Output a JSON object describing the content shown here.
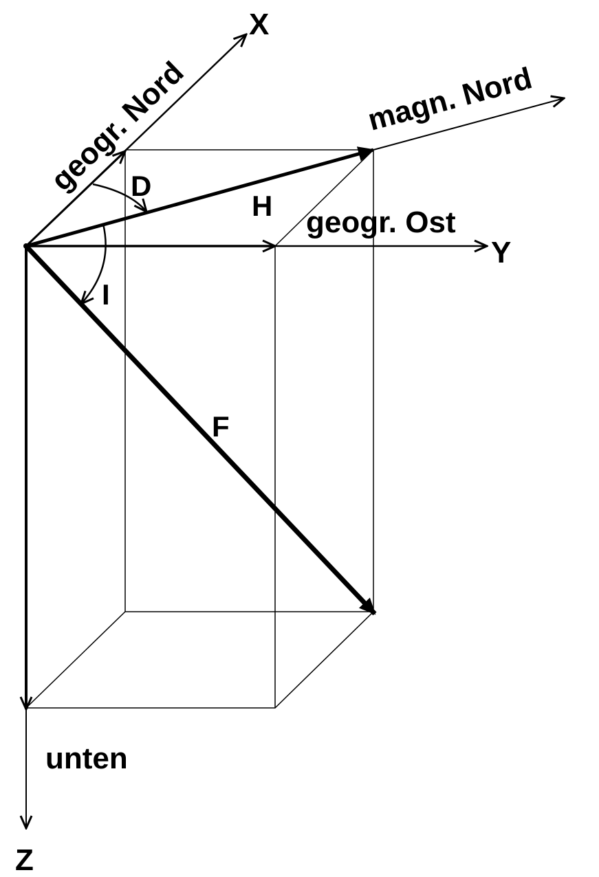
{
  "labels": {
    "x_axis": "X",
    "y_axis": "Y",
    "z_axis": "Z",
    "geo_north": "geogr. Nord",
    "mag_north": "magn. Nord",
    "geo_east": "geogr. Ost",
    "down": "unten",
    "declination": "D",
    "inclination": "I",
    "horizontal": "H",
    "total_field": "F"
  },
  "colors": {
    "line": "#000000",
    "background": "#ffffff"
  }
}
